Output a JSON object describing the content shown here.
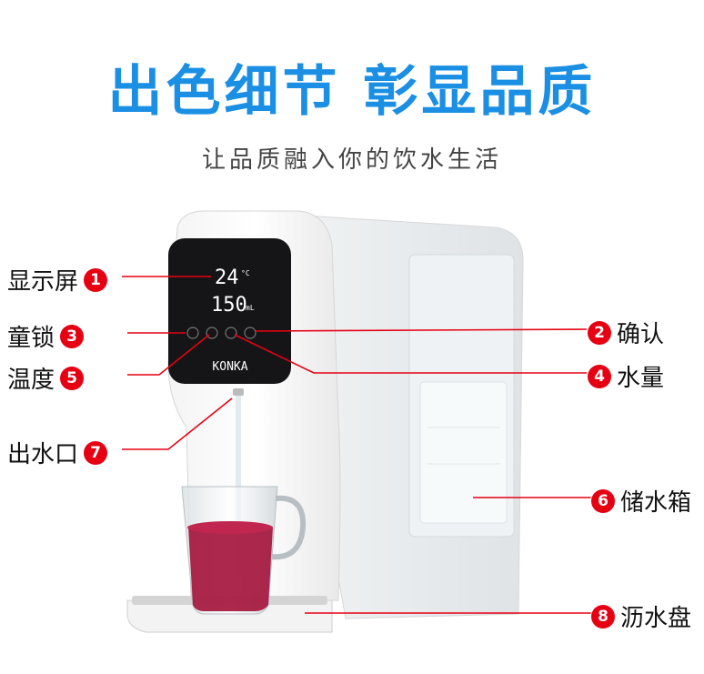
{
  "header": {
    "title": "出色细节 彰显品质",
    "subtitle": "让品质融入你的饮水生活"
  },
  "product": {
    "brand": "KONKA",
    "display": {
      "temperature": "24",
      "temp_unit": "°C",
      "volume": "150",
      "volume_unit": "mL"
    }
  },
  "callouts": [
    {
      "number": "1",
      "label": "显示屏"
    },
    {
      "number": "2",
      "label": "确认"
    },
    {
      "number": "3",
      "label": "童锁"
    },
    {
      "number": "4",
      "label": "水量"
    },
    {
      "number": "5",
      "label": "温度"
    },
    {
      "number": "6",
      "label": "储水箱"
    },
    {
      "number": "7",
      "label": "出水口"
    },
    {
      "number": "8",
      "label": "沥水盘"
    }
  ],
  "colors": {
    "title": "#1a8fe3",
    "badge": "#e60012",
    "leader_line": "#e60012",
    "tea": "#a3123a"
  }
}
